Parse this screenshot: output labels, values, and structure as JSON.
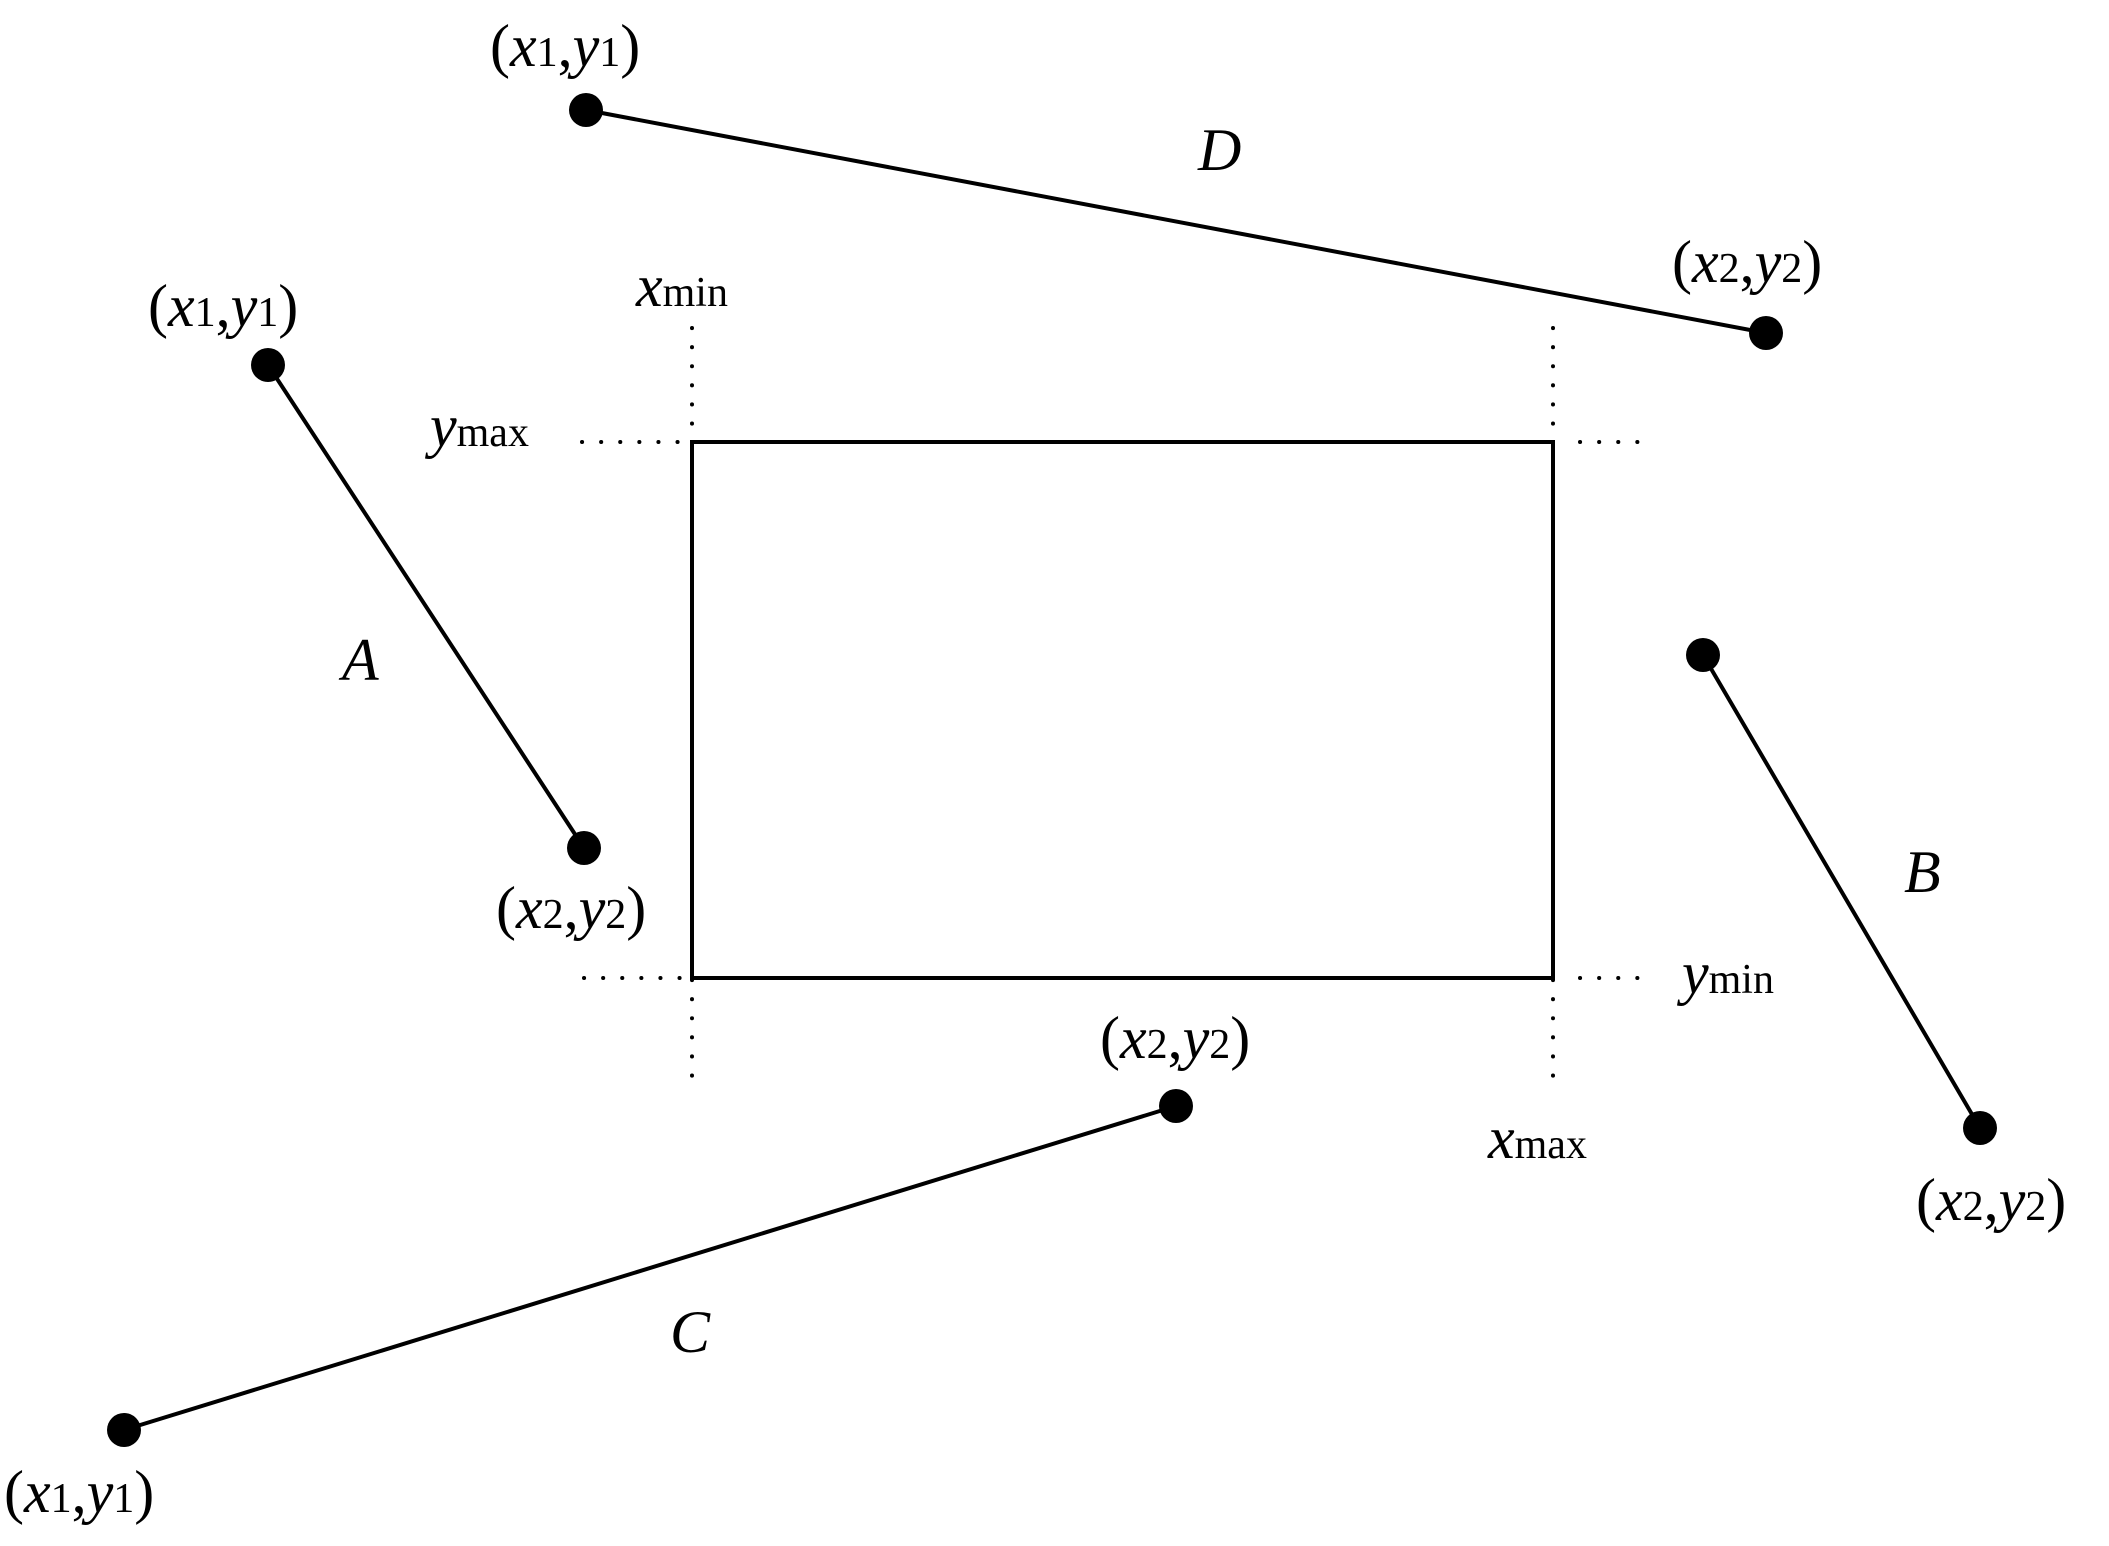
{
  "diagram": {
    "colors": {
      "stroke": "#000000",
      "background": "#ffffff"
    },
    "bounds": {
      "xmin": {
        "var": "x",
        "sub": "min"
      },
      "xmax": {
        "var": "x",
        "sub": "max"
      },
      "ymin": {
        "var": "y",
        "sub": "min"
      },
      "ymax": {
        "var": "y",
        "sub": "max"
      }
    },
    "segments": [
      {
        "label": "A",
        "p1": {
          "x": "x",
          "xs": "1",
          "y": "y",
          "ys": "1"
        },
        "p2": {
          "x": "x",
          "xs": "2",
          "y": "y",
          "ys": "2"
        }
      },
      {
        "label": "B",
        "p2": {
          "x": "x",
          "xs": "2",
          "y": "y",
          "ys": "2"
        }
      },
      {
        "label": "C",
        "p1": {
          "x": "x",
          "xs": "1",
          "y": "y",
          "ys": "1"
        },
        "p2": {
          "x": "x",
          "xs": "2",
          "y": "y",
          "ys": "2"
        }
      },
      {
        "label": "D",
        "p1": {
          "x": "x",
          "xs": "1",
          "y": "y",
          "ys": "1"
        },
        "p2": {
          "x": "x",
          "xs": "2",
          "y": "y",
          "ys": "2"
        }
      }
    ]
  }
}
